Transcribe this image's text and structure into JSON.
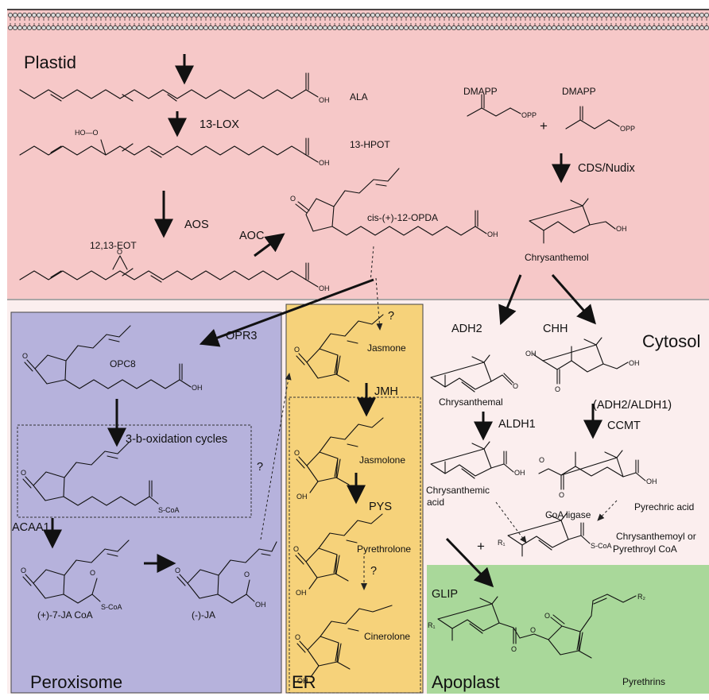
{
  "regions": {
    "plastid": "Plastid",
    "peroxisome": "Peroxisome",
    "er": "ER",
    "cytosol": "Cytosol",
    "apoplast": "Apoplast"
  },
  "colors": {
    "plastid": "#f6c8c8",
    "peroxisome": "#b6b2dc",
    "er": "#f6d27a",
    "cytosol": "#fbeeee",
    "apoplast": "#a9d89a",
    "membrane": "#d9d9d9"
  },
  "compounds": {
    "ala": "ALA",
    "hpot": "13-HPOT",
    "eot": "12,13-EOT",
    "opda": "cis-(+)-12-OPDA",
    "dmapp1": "DMAPP",
    "dmapp2": "DMAPP",
    "chrysanthemol": "Chrysanthemol",
    "opc8": "OPC8",
    "ja_coa": "(+)-7-JA CoA",
    "ja": "(-)-JA",
    "jasmone": "Jasmone",
    "jasmolone": "Jasmolone",
    "pyrethrolone": "Pyrethrolone",
    "cinerolone": "Cinerolone",
    "chrysanthemal": "Chrysanthemal",
    "chrysanthemic_acid_1": "Chrysanthemic",
    "chrysanthemic_acid_2": "acid",
    "pyrethric_acid": "Pyrechric acid",
    "acyl_coa_1": "Chrysanthemoyl or",
    "acyl_coa_2": "Pyrethroyl CoA",
    "pyrethrins": "Pyrethrins"
  },
  "enzymes": {
    "lox": "13-LOX",
    "aos": "AOS",
    "aoc": "AOC",
    "cds": "CDS/Nudix",
    "opr3": "OPR3",
    "beta_ox": "3-b-oxidation cycles",
    "acaa1": "ACAA1",
    "jmh": "JMH",
    "pys": "PYS",
    "adh2": "ADH2",
    "chh": "CHH",
    "adh2_aldh1": "(ADH2/ALDH1)",
    "aldh1": "ALDH1",
    "ccmt": "CCMT",
    "coa_ligase": "CoA ligase",
    "glip": "GLIP"
  },
  "symbols": {
    "plus": "+",
    "unknown": "?"
  },
  "atoms": {
    "oh": "OH",
    "o": "O",
    "opp": "OPP",
    "hooh": "HO—O",
    "scoa": "S-CoA",
    "r1": "R₁",
    "r2": "R₂"
  }
}
